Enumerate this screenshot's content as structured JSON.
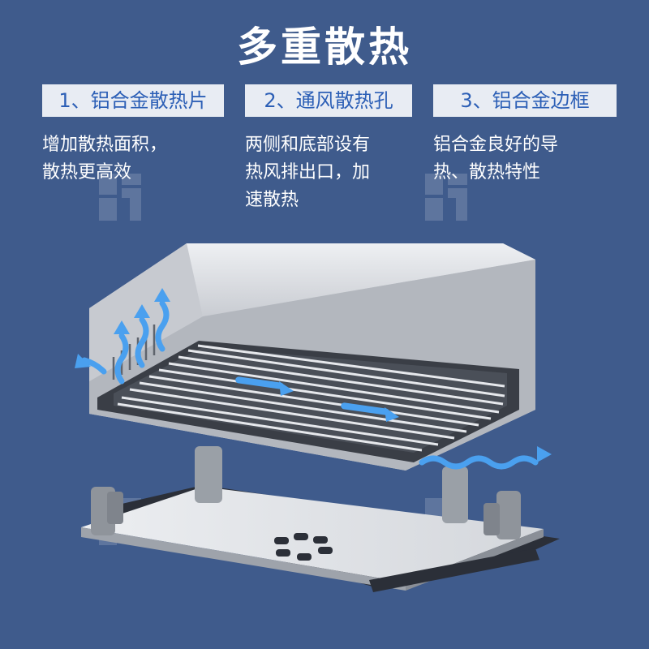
{
  "title": "多重散热",
  "features": [
    {
      "label": "1、铝合金散热片",
      "desc": [
        "增加散热面积，",
        "散热更高效"
      ]
    },
    {
      "label": "2、通风散热孔",
      "desc": [
        "两侧和底部设有",
        "热风排出口，加",
        "速散热"
      ]
    },
    {
      "label": "3、铝合金边框",
      "desc": [
        "铝合金良好的导",
        "热、散热特性"
      ]
    }
  ],
  "watermark": "鑫六品",
  "colors": {
    "background": "#3f5b8c",
    "badge_bg": "#e8ecf3",
    "badge_text": "#2c5fb6",
    "airflow": "#4aa0ef"
  },
  "icons": [
    "airflow-arrow-icon",
    "fan-vent-icon",
    "watermark-logo-icon"
  ]
}
